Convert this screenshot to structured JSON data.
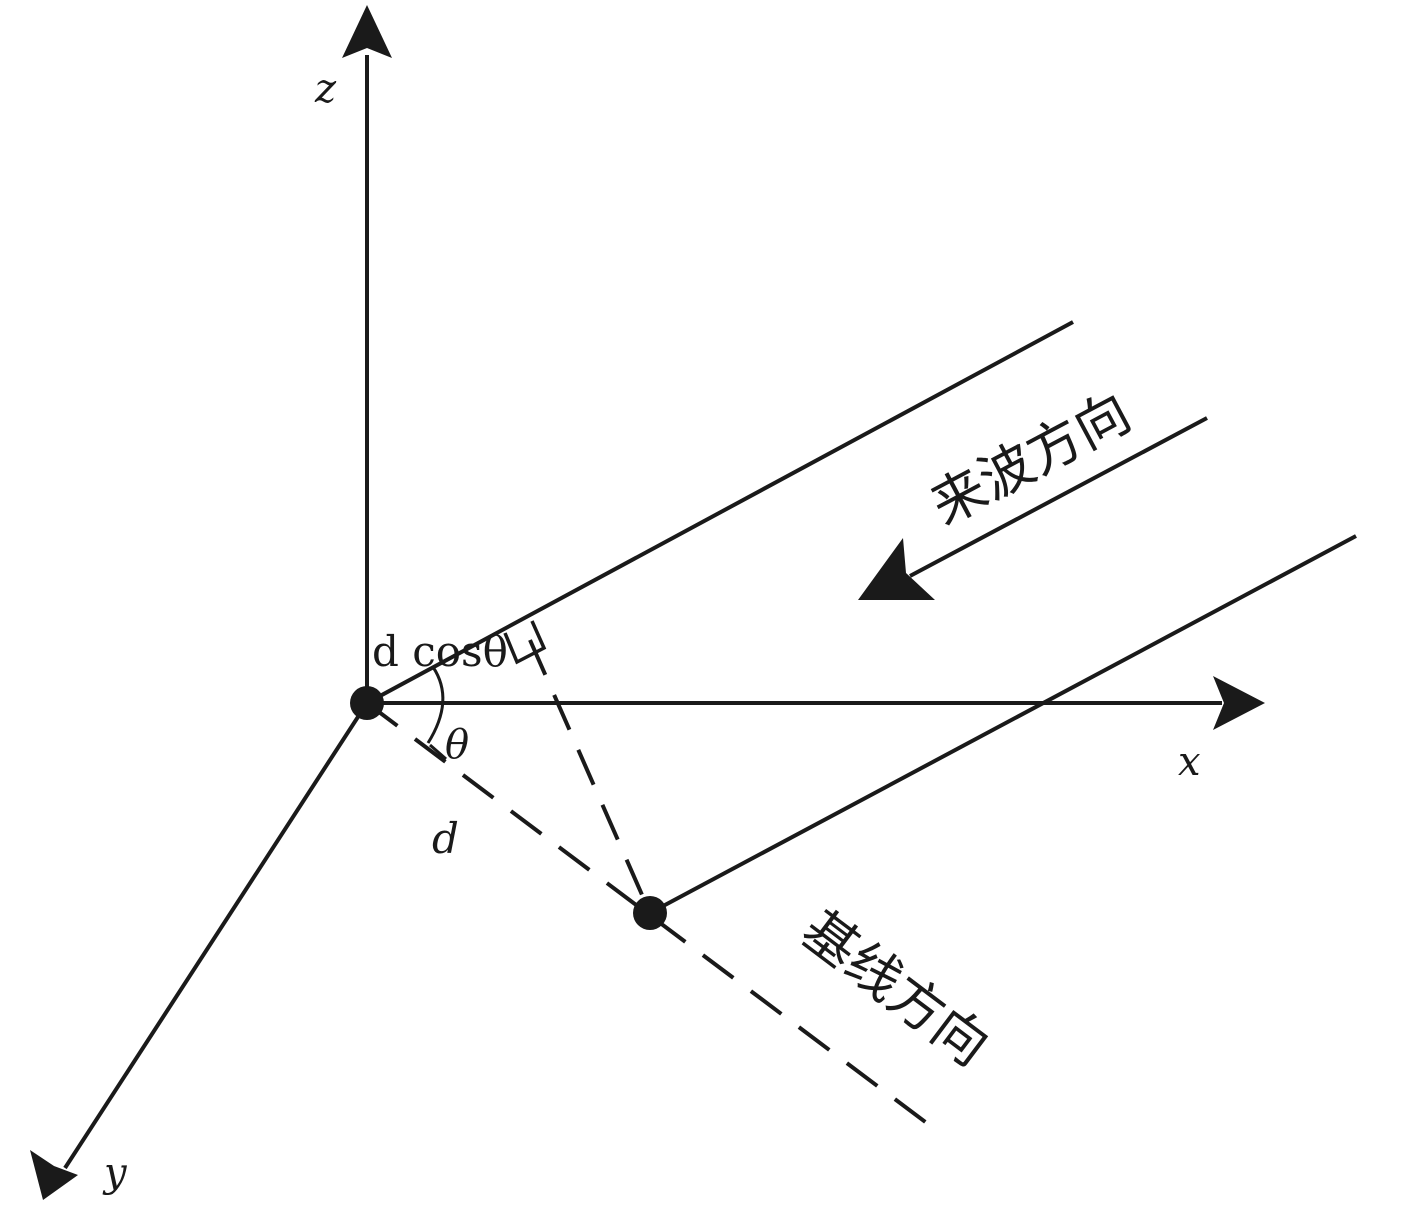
{
  "axes": {
    "z_label": "z",
    "x_label": "x",
    "y_label": "y"
  },
  "labels": {
    "projection": "d cosθ",
    "angle": "θ",
    "baseline_length": "d",
    "incoming_wave_direction": "来波方向",
    "baseline_direction": "基线方向"
  },
  "colors": {
    "ink": "#1a1a1a",
    "background": "#ffffff"
  }
}
